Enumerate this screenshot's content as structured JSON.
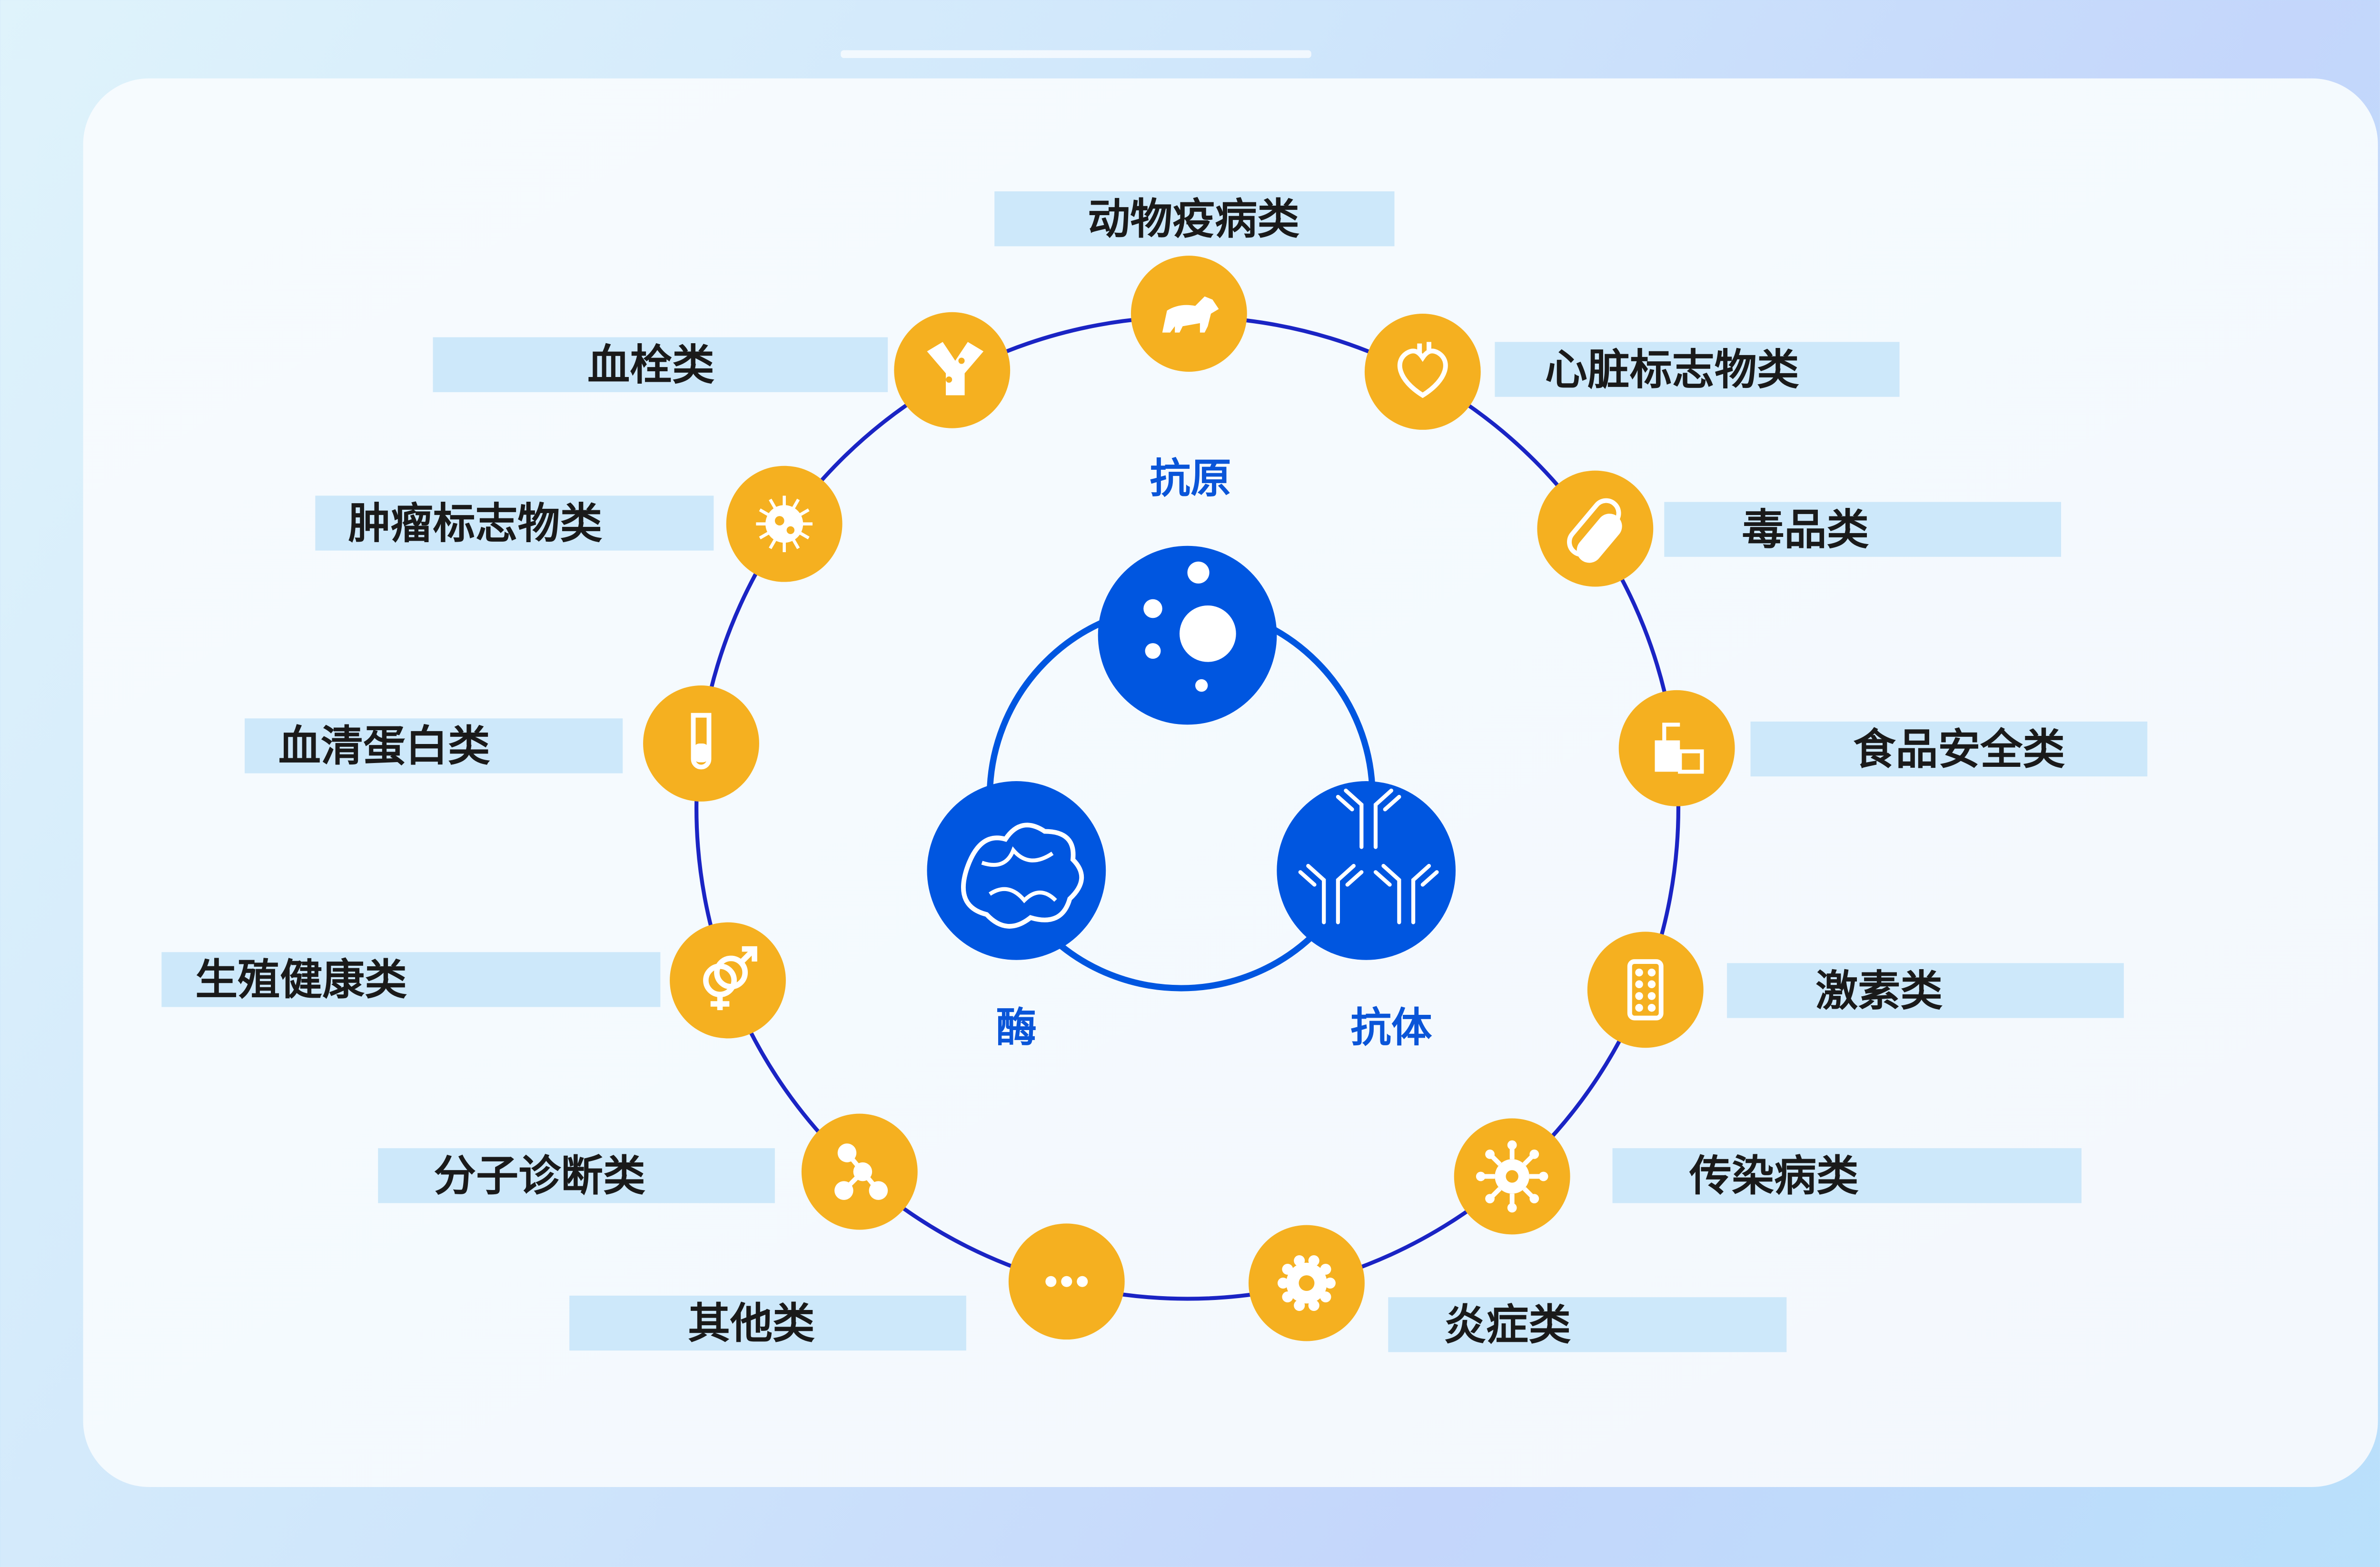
{
  "center": {
    "antigen_label": "抗原",
    "enzyme_label": "酶",
    "antibody_label": "抗体"
  },
  "categories": [
    {
      "label": "动物疫病类",
      "icon": "dog-icon"
    },
    {
      "label": "心脏标志物类",
      "icon": "heart-icon"
    },
    {
      "label": "毒品类",
      "icon": "capsule-icon"
    },
    {
      "label": "食品安全类",
      "icon": "food-icon"
    },
    {
      "label": "激素类",
      "icon": "pill-pack-icon"
    },
    {
      "label": "传染病类",
      "icon": "virus-icon"
    },
    {
      "label": "炎症类",
      "icon": "inflammation-icon"
    },
    {
      "label": "其他类",
      "icon": "more-icon"
    },
    {
      "label": "分子诊断类",
      "icon": "molecule-icon"
    },
    {
      "label": "生殖健康类",
      "icon": "gender-icon"
    },
    {
      "label": "血清蛋白类",
      "icon": "test-tube-icon"
    },
    {
      "label": "肿瘤标志物类",
      "icon": "tumor-cell-icon"
    },
    {
      "label": "血栓类",
      "icon": "thrombus-icon"
    }
  ],
  "colors": {
    "orange": "#F5B020",
    "blue": "#0056E0",
    "ring": "#1A24C4",
    "label_bg": "#CDE8FA"
  }
}
